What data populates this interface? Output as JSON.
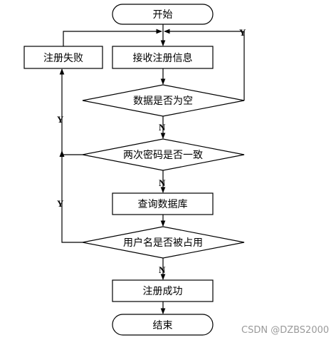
{
  "nodes": {
    "start": "开始",
    "receive": "接收注册信息",
    "fail": "注册失败",
    "check_empty": "数据是否为空",
    "check_password": "两次密码是否一致",
    "query": "查询数据库",
    "check_user": "用户名是否被占用",
    "success": "注册成功",
    "end": "结束"
  },
  "edges": {
    "empty_yes": "Y",
    "empty_no": "N",
    "password_yes": "N",
    "password_no": "Y",
    "user_yes": "Y",
    "user_no": "N"
  },
  "watermark": "CSDN @DZBS2000"
}
